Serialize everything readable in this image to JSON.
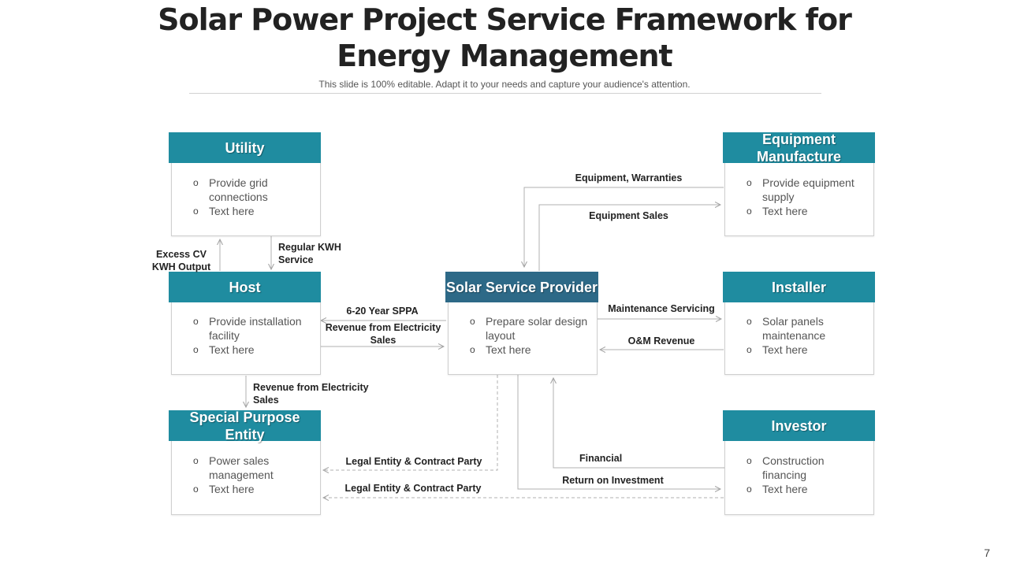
{
  "title_line1": "Solar Power Project Service Framework for",
  "title_line2": "Energy Management",
  "subtitle": "This slide is 100% editable. Adapt it to your needs and capture your audience's attention.",
  "nodes": {
    "utility": {
      "title": "Utility",
      "bullets": [
        "Provide grid connections",
        "Text here"
      ]
    },
    "host": {
      "title": "Host",
      "bullets": [
        "Provide installation facility",
        "Text here"
      ]
    },
    "spe": {
      "title": "Special Purpose Entity",
      "bullets": [
        "Power sales management",
        "Text here"
      ]
    },
    "provider": {
      "title": "Solar Service Provider",
      "bullets": [
        "Prepare solar design layout",
        "Text here"
      ]
    },
    "equipment": {
      "title": "Equipment Manufacture",
      "bullets": [
        "Provide equipment supply",
        "Text here"
      ]
    },
    "installer": {
      "title": "Installer",
      "bullets": [
        "Solar panels maintenance",
        "Text here"
      ]
    },
    "investor": {
      "title": "Investor",
      "bullets": [
        "Construction financing",
        "Text here"
      ]
    }
  },
  "labels": {
    "excess": "Excess CV KWH Output",
    "regular": "Regular KWH Service",
    "sppa": "6-20 Year SPPA",
    "revenue1": "Revenue from Electricity Sales",
    "revenue2": "Revenue from Electricity Sales",
    "legal1": "Legal Entity & Contract Party",
    "legal2": "Legal Entity & Contract Party",
    "equip_warranties": "Equipment, Warranties",
    "equip_sales": "Equipment Sales",
    "maintenance": "Maintenance Servicing",
    "om_revenue": "O&M Revenue",
    "financial": "Financial",
    "roi": "Return on Investment"
  },
  "colors": {
    "teal": "#1f8ca0",
    "navy": "#2d6987"
  },
  "page_number": "7"
}
